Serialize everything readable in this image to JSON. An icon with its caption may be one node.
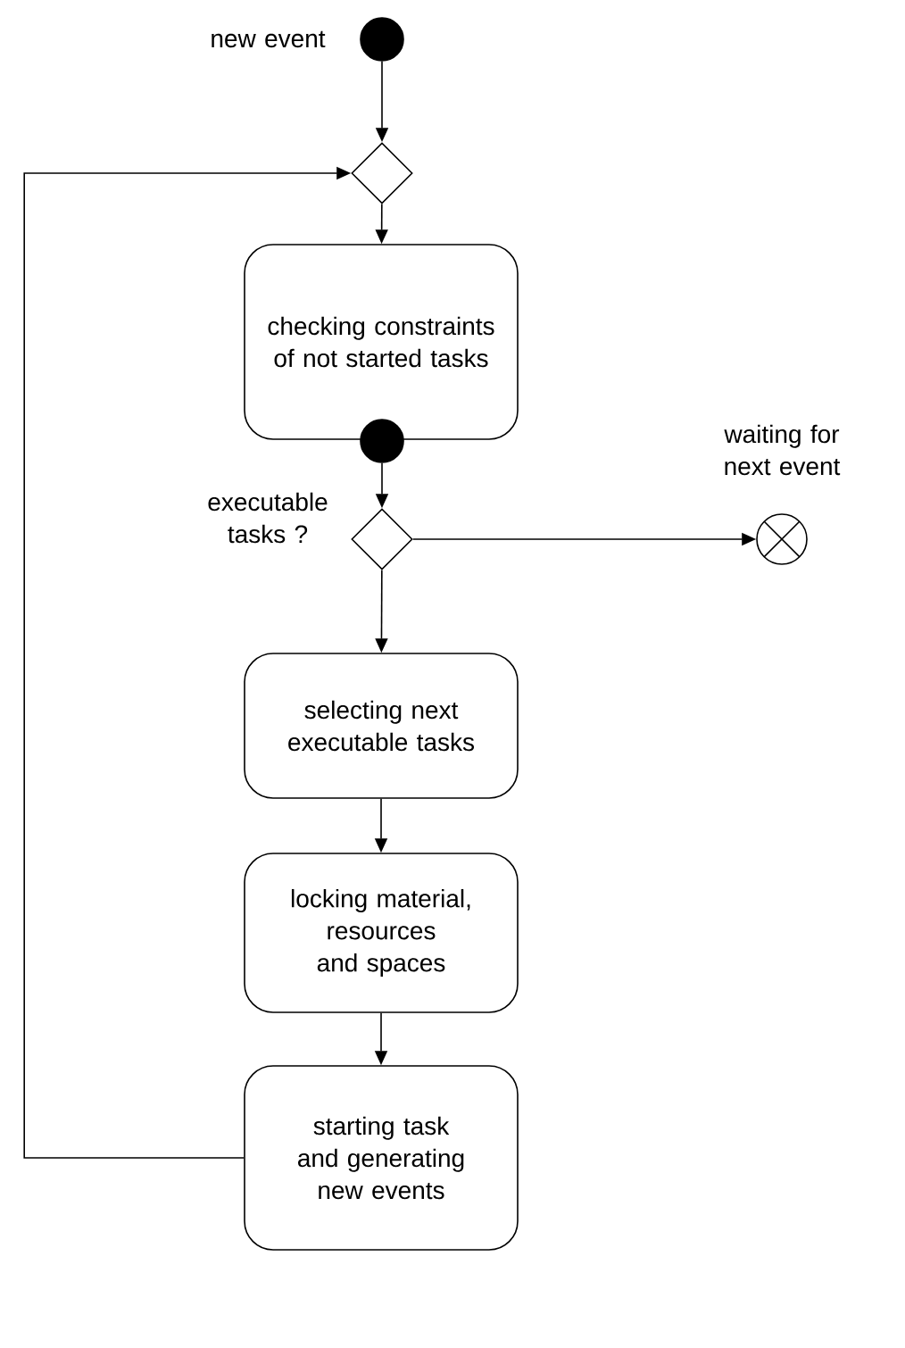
{
  "diagram": {
    "nodes": [
      {
        "text": [],
        "shape": "dot",
        "beside": [
          "new event"
        ]
      },
      {
        "text": [],
        "shape": "diamond"
      },
      {
        "text": [
          "checking constraints of not started tasks"
        ]
      },
      {
        "text": [],
        "shape": "dot"
      },
      {
        "text": [],
        "shape": "diamond",
        "beside": [
          "executable tasks ?"
        ]
      },
      {
        "text": [],
        "shape": "circle",
        "beside": [
          "waiting for next event"
        ]
      },
      {
        "text": [
          "selecting next executable tasks"
        ]
      },
      {
        "text": [
          "locking material, resources and spaces"
        ]
      },
      {
        "text": [
          "starting task and generating new events"
        ]
      }
    ],
    "edges": [
      {
        "from": 0,
        "to": 1,
        "arrow": "to"
      },
      {
        "from": 1,
        "to": 2,
        "arrow": "to"
      },
      {
        "from": 3,
        "to": 4,
        "arrow": "to"
      },
      {
        "from": 4,
        "to": 5,
        "arrow": "to"
      },
      {
        "from": 4,
        "to": 6,
        "arrow": "to"
      },
      {
        "from": 6,
        "to": 7,
        "arrow": "to"
      },
      {
        "from": 7,
        "to": 8,
        "arrow": "to"
      },
      {
        "from": 8,
        "to": 1,
        "arrow": "to"
      }
    ]
  }
}
